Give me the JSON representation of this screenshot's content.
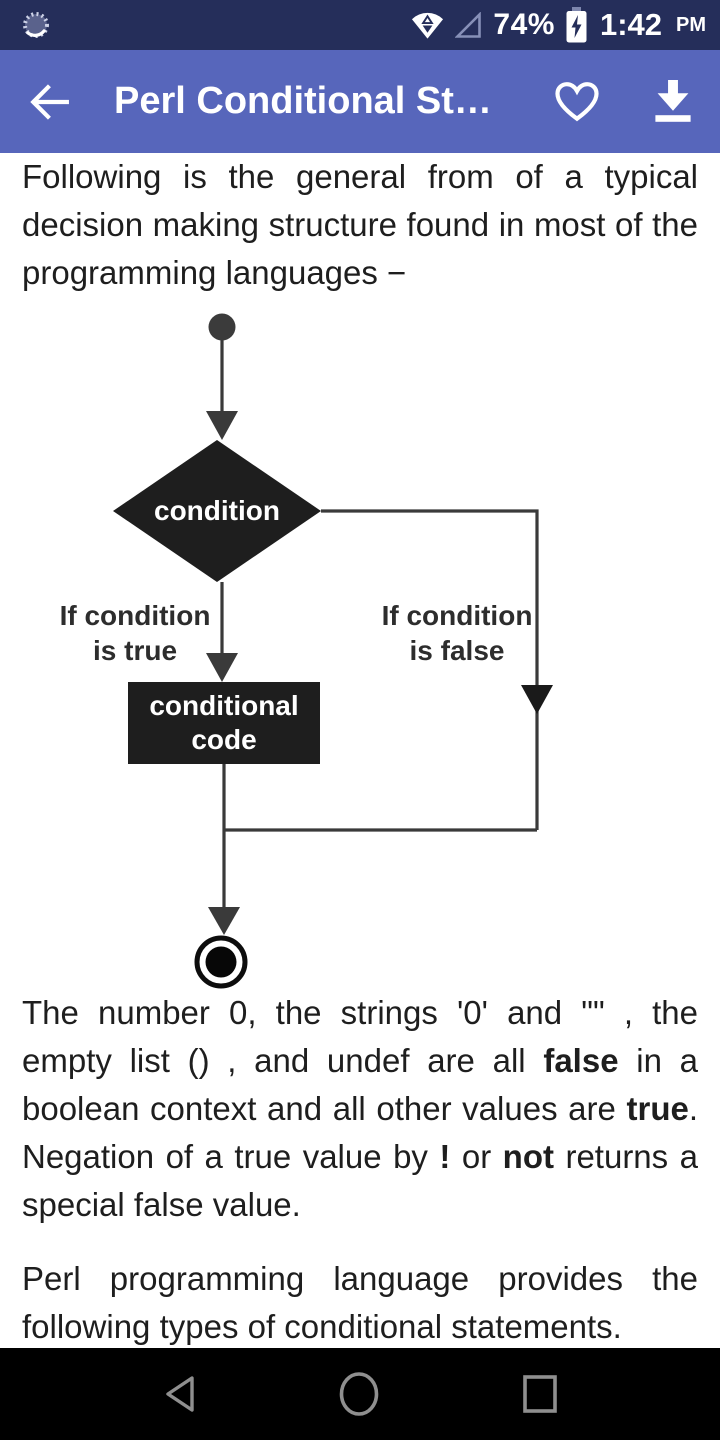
{
  "status_bar": {
    "battery_percent": "74%",
    "time": "1:42",
    "time_period": "PM"
  },
  "app_bar": {
    "title": "Perl Conditional St…"
  },
  "content": {
    "p1": "Following is the general from of a typical decision making structure found in most of the programming languages −",
    "p2_segments": [
      {
        "text": "The number 0, the strings '0' and \"\" , the empty list () , and undef are all "
      },
      {
        "text": "false"
      },
      {
        "text": " in a boolean context and all other values are "
      },
      {
        "text": "true"
      },
      {
        "text": ". Negation of a true value by "
      },
      {
        "text": "!"
      },
      {
        "text": " or "
      },
      {
        "text": "not"
      },
      {
        "text": " returns a special false value."
      }
    ],
    "p3": "Perl programming language provides the following types of conditional statements."
  },
  "flowchart": {
    "condition_label": "condition",
    "box_line1": "conditional",
    "box_line2": "code",
    "true_line1": "If condition",
    "true_line2": "is true",
    "false_line1": "If condition",
    "false_line2": "is false"
  },
  "colors": {
    "status_bar_bg": "#252e5a",
    "app_bar_bg": "#5766bb",
    "nav_bar_bg": "#000000",
    "diagram_shape": "#1e1e1e",
    "diagram_line": "#3a3a3a",
    "body_text": "#1e1e1e"
  }
}
